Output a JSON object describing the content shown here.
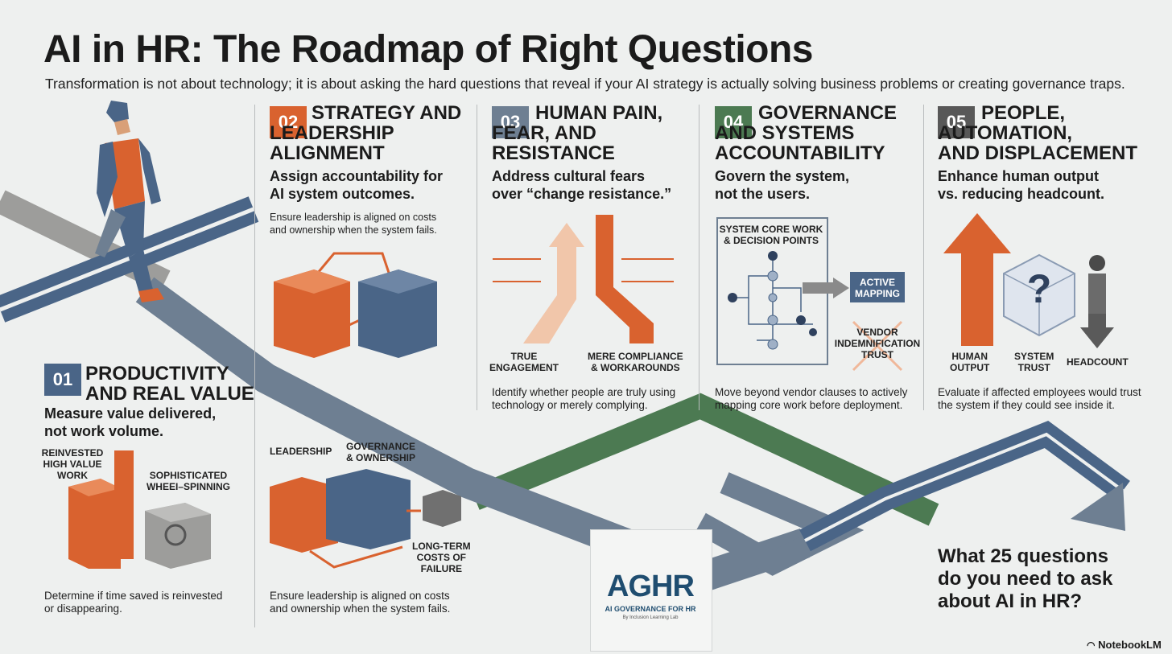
{
  "title": "AI in HR: The Roadmap of Right Questions",
  "subtitle": "Transformation is not about technology; it is about asking the hard questions that reveal if your AI strategy is actually solving business problems or creating governance traps.",
  "colors": {
    "orange": "#d9622f",
    "blue": "#4a6587",
    "slate": "#6e7f92",
    "green": "#4c7a52",
    "gray": "#9d9d9b",
    "dark": "#1b1b1b",
    "bg": "#eef0ef"
  },
  "sections": [
    {
      "num": "01",
      "title": "PRODUCTIVITY\nAND REAL VALUE",
      "tagline": "Measure value delivered,\nnot work volume.",
      "footer": "Determine if time saved is reinvested\nor disappearing.",
      "labels": [
        "REINVESTED\nHIGH VALUE\nWORK",
        "SOPHISTICATED\nWHEEI–SPINNING"
      ]
    },
    {
      "num": "02",
      "title": "STRATEGY AND\nLEADERSHIP\nALIGNMENT",
      "tagline": "Assign accountability for\nAI system outcomes.",
      "intro": "Ensure leadership is aligned on costs\nand ownership when the system fails.",
      "footer": "Ensure leadership is aligned on costs\nand ownership when the system fails.",
      "labels": [
        "LEADERSHIP",
        "GOVERNANCE\n& OWNERSHIP",
        "LONG-TERM\nCOSTS OF\nFAILURE"
      ]
    },
    {
      "num": "03",
      "title": "HUMAN PAIN,\nFEAR, AND\nRESISTANCE",
      "tagline": "Address cultural fears\nover “change resistance.”",
      "footer": "Identify whether people are truly using\ntechnology or merely complying.",
      "labels": [
        "TRUE\nENGAGEMENT",
        "MERE COMPLIANCE\n& WORKAROUNDS"
      ]
    },
    {
      "num": "04",
      "title": "GOVERNANCE\nAND SYSTEMS\nACCOUNTABILITY",
      "tagline": "Govern the system,\nnot the users.",
      "footer": "Move beyond vendor clauses to actively\nmapping core work before deployment.",
      "labels": [
        "SYSTEM CORE WORK\n& DECISION POINTS",
        "ACTIVE\nMAPPING",
        "VENDOR\nINDEMNIFICATION\nTRUST"
      ]
    },
    {
      "num": "05",
      "title": "PEOPLE,\nAUTOMATION,\nAND DISPLACEMENT",
      "tagline": "Enhance human output\nvs. reducing headcount.",
      "footer": "Evaluate if affected employees would trust\nthe system if they could see inside it.",
      "labels": [
        "HUMAN\nOUTPUT",
        "SYSTEM\nTRUST",
        "HEADCOUNT"
      ]
    }
  ],
  "cta": "What 25 questions\ndo you need to ask\nabout AI in HR?",
  "logo": {
    "mark": "AGHR",
    "line1": "AI GOVERNANCE FOR HR",
    "line2": "By Inclusion Learning Lab"
  },
  "brand": "NotebookLM",
  "icons": {
    "question_mark": "?"
  }
}
